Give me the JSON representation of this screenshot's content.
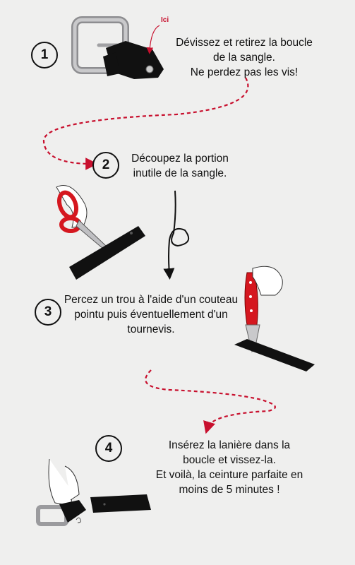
{
  "steps": [
    {
      "number": "1",
      "lines": [
        "Dévissez et retirez la boucle",
        "de la sangle.",
        "Ne perdez pas les vis!"
      ]
    },
    {
      "number": "2",
      "lines": [
        "Découpez la portion",
        "inutile de la sangle."
      ]
    },
    {
      "number": "3",
      "lines": [
        "Percez un trou à l'aide d'un couteau",
        "pointu puis éventuellement d'un",
        "tournevis."
      ]
    },
    {
      "number": "4",
      "lines": [
        "Insérez la lanière dans la",
        "boucle et vissez-la.",
        "Et voilà, la ceinture parfaite en",
        "moins de 5 minutes !"
      ]
    }
  ],
  "annotation": {
    "label": "Ici"
  },
  "colors": {
    "accent": "#c8102e",
    "ink": "#111111",
    "background": "#efefee",
    "metal": "#b9b9bb"
  }
}
